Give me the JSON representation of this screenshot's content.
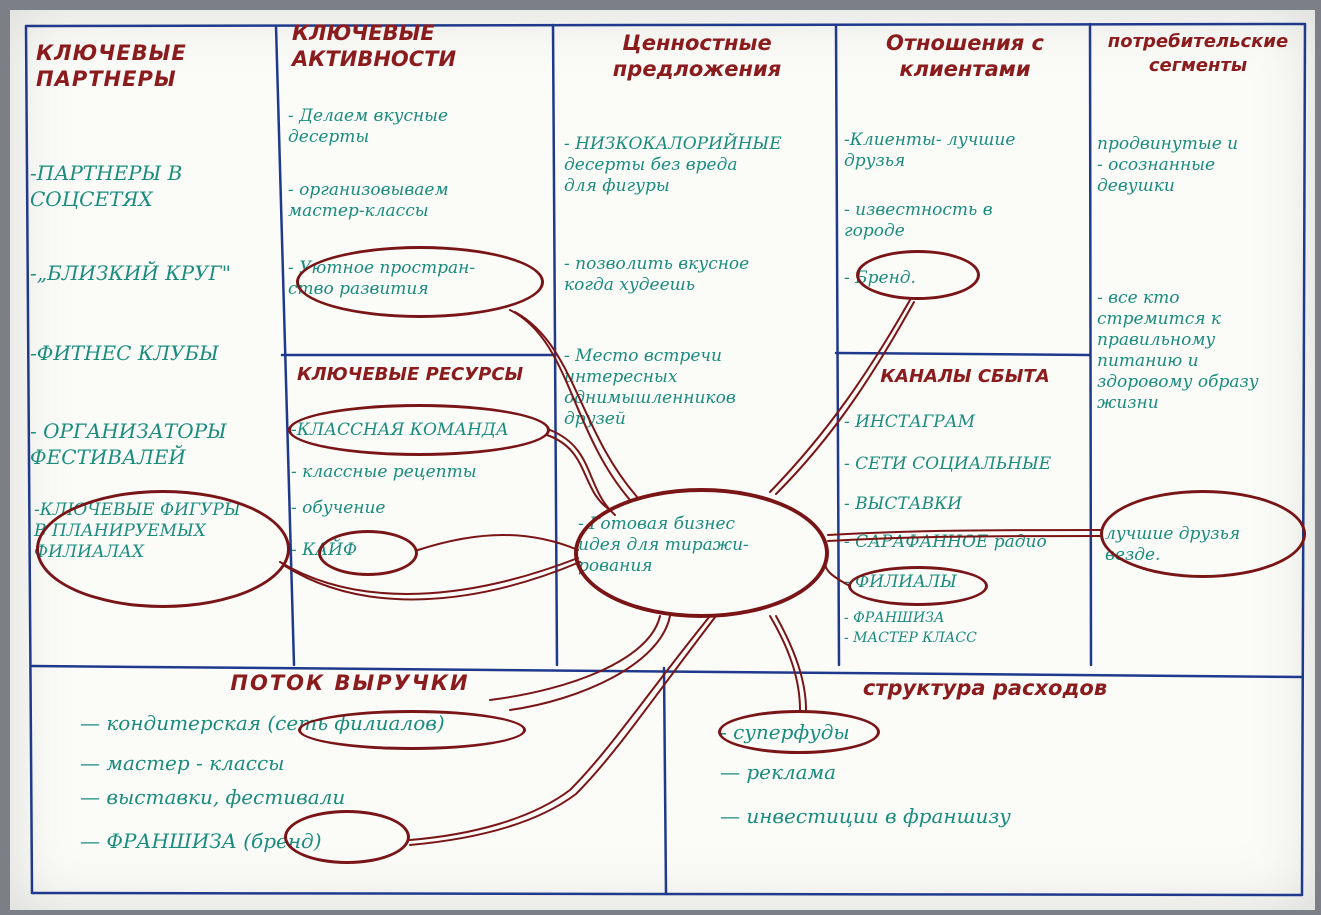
{
  "key_partners": {
    "title": "КЛЮЧЕВЫЕ\nПАРТНЕРЫ",
    "items": [
      "-ПАРТНЕРЫ В\nСОЦСЕТЯХ",
      "-„БЛИЗКИЙ КРУГ\"",
      "-ФИТНЕС КЛУБЫ",
      "- ОРГАНИЗАТОРЫ\nФЕСТИВАЛЕЙ",
      "-КЛЮЧЕВЫЕ ФИГУРЫ\nВ ПЛАНИРУЕМЫХ\nФИЛИАЛАХ"
    ]
  },
  "key_activities": {
    "title": "КЛЮЧЕВЫЕ\nАКТИВНОСТИ",
    "items": [
      "- Делаем вкусные\nдесерты",
      "- организовываем\nмастер-классы",
      "- Уютное простран-\nство развития"
    ]
  },
  "key_resources": {
    "title": "КЛЮЧЕВЫЕ РЕСУРСЫ",
    "items": [
      "-КЛАССНАЯ КОМАНДА",
      "- классные рецепты",
      "- обучение",
      "- КАЙФ"
    ]
  },
  "value_propositions": {
    "title": "Ценностные\nпредложения",
    "items": [
      "- НИЗКОКАЛОРИЙНЫЕ\nдесерты без вреда\nдля фигуры",
      "- позволить вкусное\nкогда худеешь",
      "- Место встречи\nинтересных\nоднимышленников\nдрузей",
      "- Готовая бизнес\nидея для тиражи-\nрования"
    ]
  },
  "customer_relationships": {
    "title": "Отношения с\nклиентами",
    "items": [
      "-Клиенты- лучшие\nдрузья",
      "- известность в\nгороде",
      "- Бренд."
    ]
  },
  "channels": {
    "title": "КАНАЛЫ СБЫТА",
    "items": [
      "- ИНСТАГРАМ",
      "- СЕТИ СОЦИАЛЬНЫЕ",
      "- ВЫСТАВКИ",
      "- САРАФАННОЕ радио",
      "- ФИЛИАЛЫ",
      "- ФРАНШИЗА",
      "- МАСТЕР КЛАСС"
    ]
  },
  "customer_segments": {
    "title": "потребительские\nсегменты",
    "items": [
      "продвинутые и\n- осознанные\nдевушки",
      "- все кто\nстремится к\nправильному\nпитанию и\nздоровому образу\nжизни",
      "лучшие друзья\nвезде."
    ]
  },
  "revenue_streams": {
    "title": "ПОТОК ВЫРУЧКИ",
    "items": [
      "— кондитерская (сеть филиалов)",
      "— мастер - классы",
      "— выставки, фестивали",
      "— ФРАНШИЗА (бренд)"
    ]
  },
  "cost_structure": {
    "title": "структура расходов",
    "items": [
      "- суперфуды",
      "— реклама",
      "— инвестиции в франшизу"
    ]
  },
  "colors": {
    "title": "#8b1c1e",
    "item": "#1a8c7e",
    "grid": "#1f3a8c",
    "connector": "#7a1517"
  }
}
